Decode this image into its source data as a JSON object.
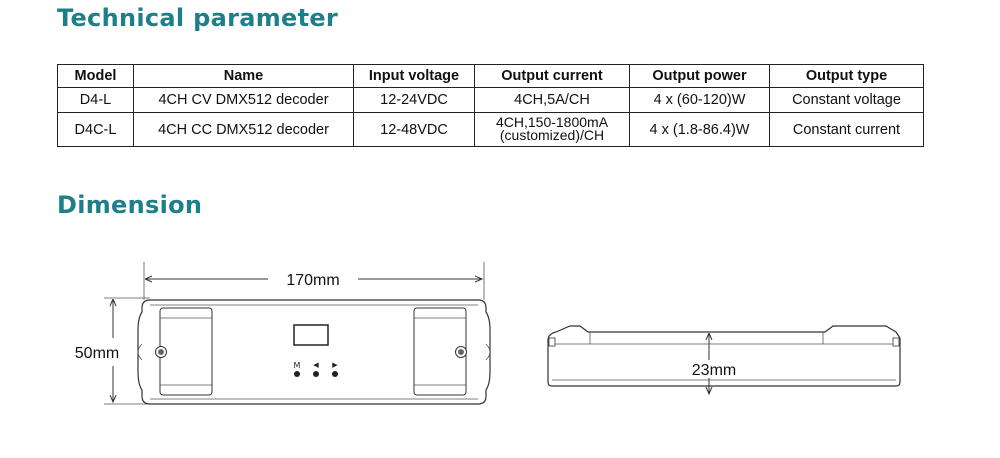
{
  "headings": {
    "technical": "Technical parameter",
    "dimension": "Dimension"
  },
  "table": {
    "columns": [
      "Model",
      "Name",
      "Input voltage",
      "Output current",
      "Output power",
      "Output type"
    ],
    "rows": [
      [
        "D4-L",
        "4CH CV DMX512 decoder",
        "12-24VDC",
        "4CH,5A/CH",
        "4 x (60-120)W",
        "Constant voltage"
      ],
      [
        "D4C-L",
        "4CH CC DMX512 decoder",
        "12-48VDC",
        "4CH,150-1800mA\n(customized)/CH",
        "4 x (1.8-86.4)W",
        "Constant current"
      ]
    ]
  },
  "dimensions": {
    "length": "170mm",
    "width": "50mm",
    "height": "23mm"
  },
  "buttons": {
    "labels": [
      "M",
      "◀",
      "▶"
    ]
  }
}
